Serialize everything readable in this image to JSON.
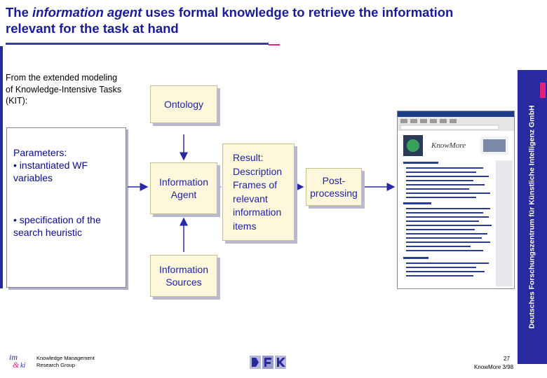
{
  "slide": {
    "title_prefix": "The ",
    "title_emph": "information agent",
    "title_rest": " uses formal knowledge to retrieve the information relevant for the task at hand"
  },
  "intro": "From the extended modeling of Knowledge-Intensive Tasks (KIT):",
  "parameters": {
    "heading": "Parameters:",
    "item1": "• instantiated WF variables",
    "item2": "• specification of the search heuristic"
  },
  "nodes": {
    "ontology": "Ontology",
    "agent": "Information Agent",
    "sources": "Information Sources",
    "result": "Result: Description Frames of relevant information items",
    "post": "Post-processing"
  },
  "side_banner": "Deutsches Forschungszentrum für Künstliche Intelligenz GmbH",
  "footer": {
    "group_line1": "Knowledge Management",
    "group_line2": "Research Group",
    "page_number": "27",
    "project_page": "KnowMore 3/98"
  },
  "colors": {
    "title": "#1a1a9c",
    "node_fill": "#fdf8dc",
    "banner": "#2a2aa0",
    "accent": "#e0207a"
  }
}
